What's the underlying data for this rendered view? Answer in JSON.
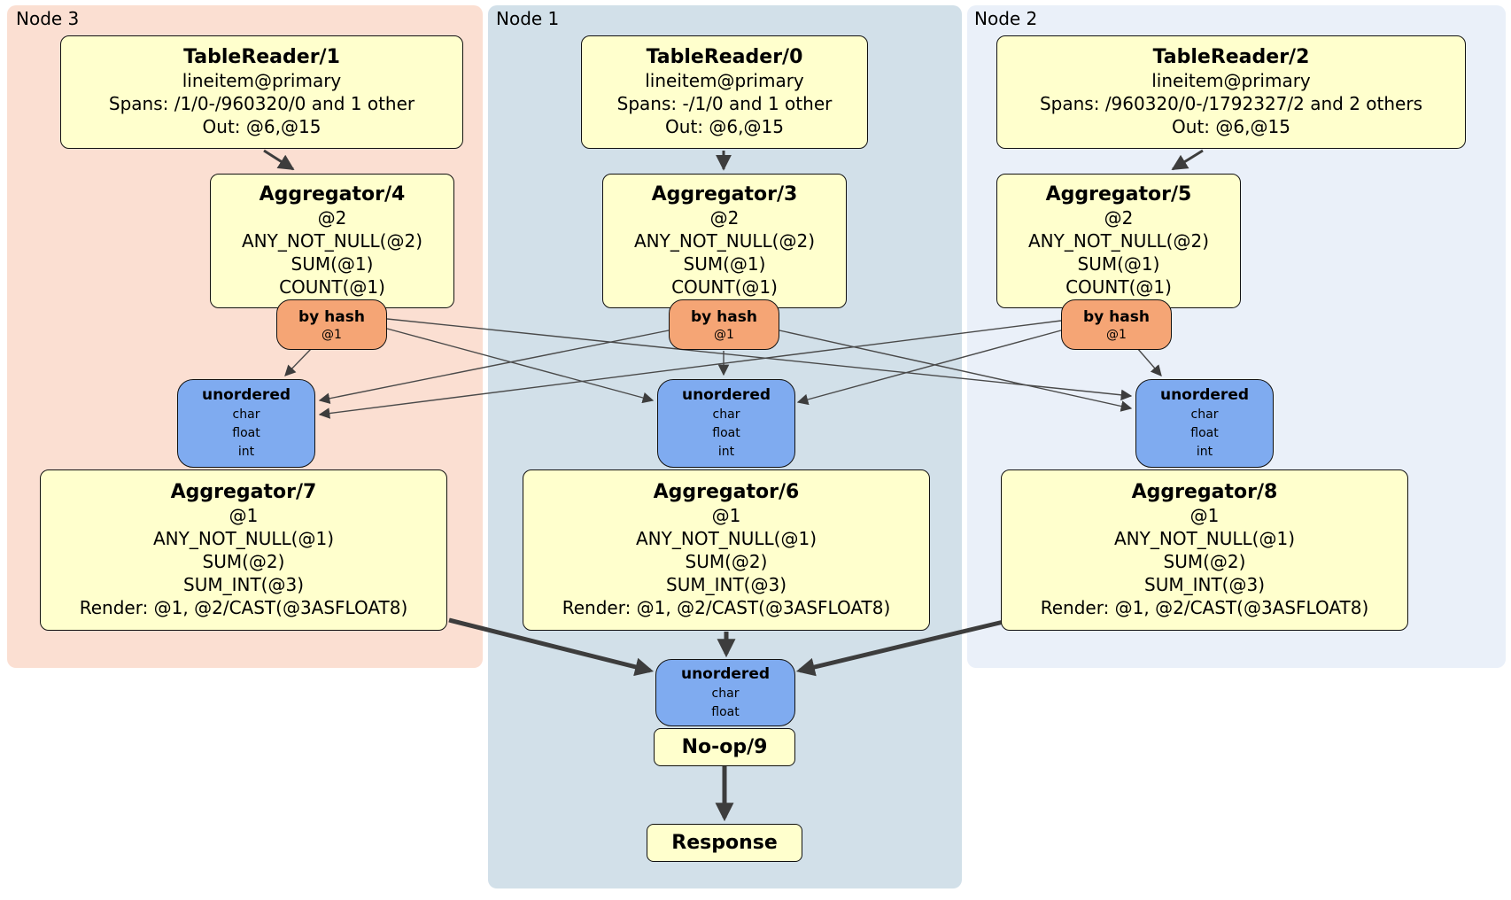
{
  "panels": {
    "node3": {
      "label": "Node 3"
    },
    "node1": {
      "label": "Node 1"
    },
    "node2": {
      "label": "Node 2"
    }
  },
  "processors": {
    "tr1": {
      "title": "TableReader/1",
      "index": "lineitem@primary",
      "spans": "Spans: /1/0-/960320/0 and 1 other",
      "out": "Out: @6,@15"
    },
    "tr0": {
      "title": "TableReader/0",
      "index": "lineitem@primary",
      "spans": "Spans: -/1/0 and 1 other",
      "out": "Out: @6,@15"
    },
    "tr2": {
      "title": "TableReader/2",
      "index": "lineitem@primary",
      "spans": "Spans: /960320/0-/1792327/2 and 2 others",
      "out": "Out: @6,@15"
    },
    "agg4": {
      "title": "Aggregator/4",
      "group": "@2",
      "f1": "ANY_NOT_NULL(@2)",
      "f2": "SUM(@1)",
      "f3": "COUNT(@1)"
    },
    "agg3": {
      "title": "Aggregator/3",
      "group": "@2",
      "f1": "ANY_NOT_NULL(@2)",
      "f2": "SUM(@1)",
      "f3": "COUNT(@1)"
    },
    "agg5": {
      "title": "Aggregator/5",
      "group": "@2",
      "f1": "ANY_NOT_NULL(@2)",
      "f2": "SUM(@1)",
      "f3": "COUNT(@1)"
    },
    "agg7": {
      "title": "Aggregator/7",
      "group": "@1",
      "f1": "ANY_NOT_NULL(@1)",
      "f2": "SUM(@2)",
      "f3": "SUM_INT(@3)",
      "render": "Render: @1, @2/CAST(@3ASFLOAT8)"
    },
    "agg6": {
      "title": "Aggregator/6",
      "group": "@1",
      "f1": "ANY_NOT_NULL(@1)",
      "f2": "SUM(@2)",
      "f3": "SUM_INT(@3)",
      "render": "Render: @1, @2/CAST(@3ASFLOAT8)"
    },
    "agg8": {
      "title": "Aggregator/8",
      "group": "@1",
      "f1": "ANY_NOT_NULL(@1)",
      "f2": "SUM(@2)",
      "f3": "SUM_INT(@3)",
      "render": "Render: @1, @2/CAST(@3ASFLOAT8)"
    },
    "noop": {
      "title": "No-op/9"
    },
    "response": {
      "title": "Response"
    }
  },
  "routers": {
    "r3": {
      "title": "by hash",
      "detail": "@1"
    },
    "r1": {
      "title": "by hash",
      "detail": "@1"
    },
    "r2": {
      "title": "by hash",
      "detail": "@1"
    }
  },
  "syncs": {
    "s3": {
      "title": "unordered",
      "t1": "char",
      "t2": "float",
      "t3": "int"
    },
    "s1": {
      "title": "unordered",
      "t1": "char",
      "t2": "float",
      "t3": "int"
    },
    "s2": {
      "title": "unordered",
      "t1": "char",
      "t2": "float",
      "t3": "int"
    },
    "sfinal": {
      "title": "unordered",
      "t1": "char",
      "t2": "float"
    }
  },
  "colors": {
    "processor_fill": "#ffffcd",
    "router_fill": "#f5a575",
    "sync_fill": "#7fabf0",
    "panel_node3": "#fbdfd2",
    "panel_node1": "#d2e0e9",
    "panel_node2": "#eaf0f9",
    "edge": "#3d3d3d"
  }
}
